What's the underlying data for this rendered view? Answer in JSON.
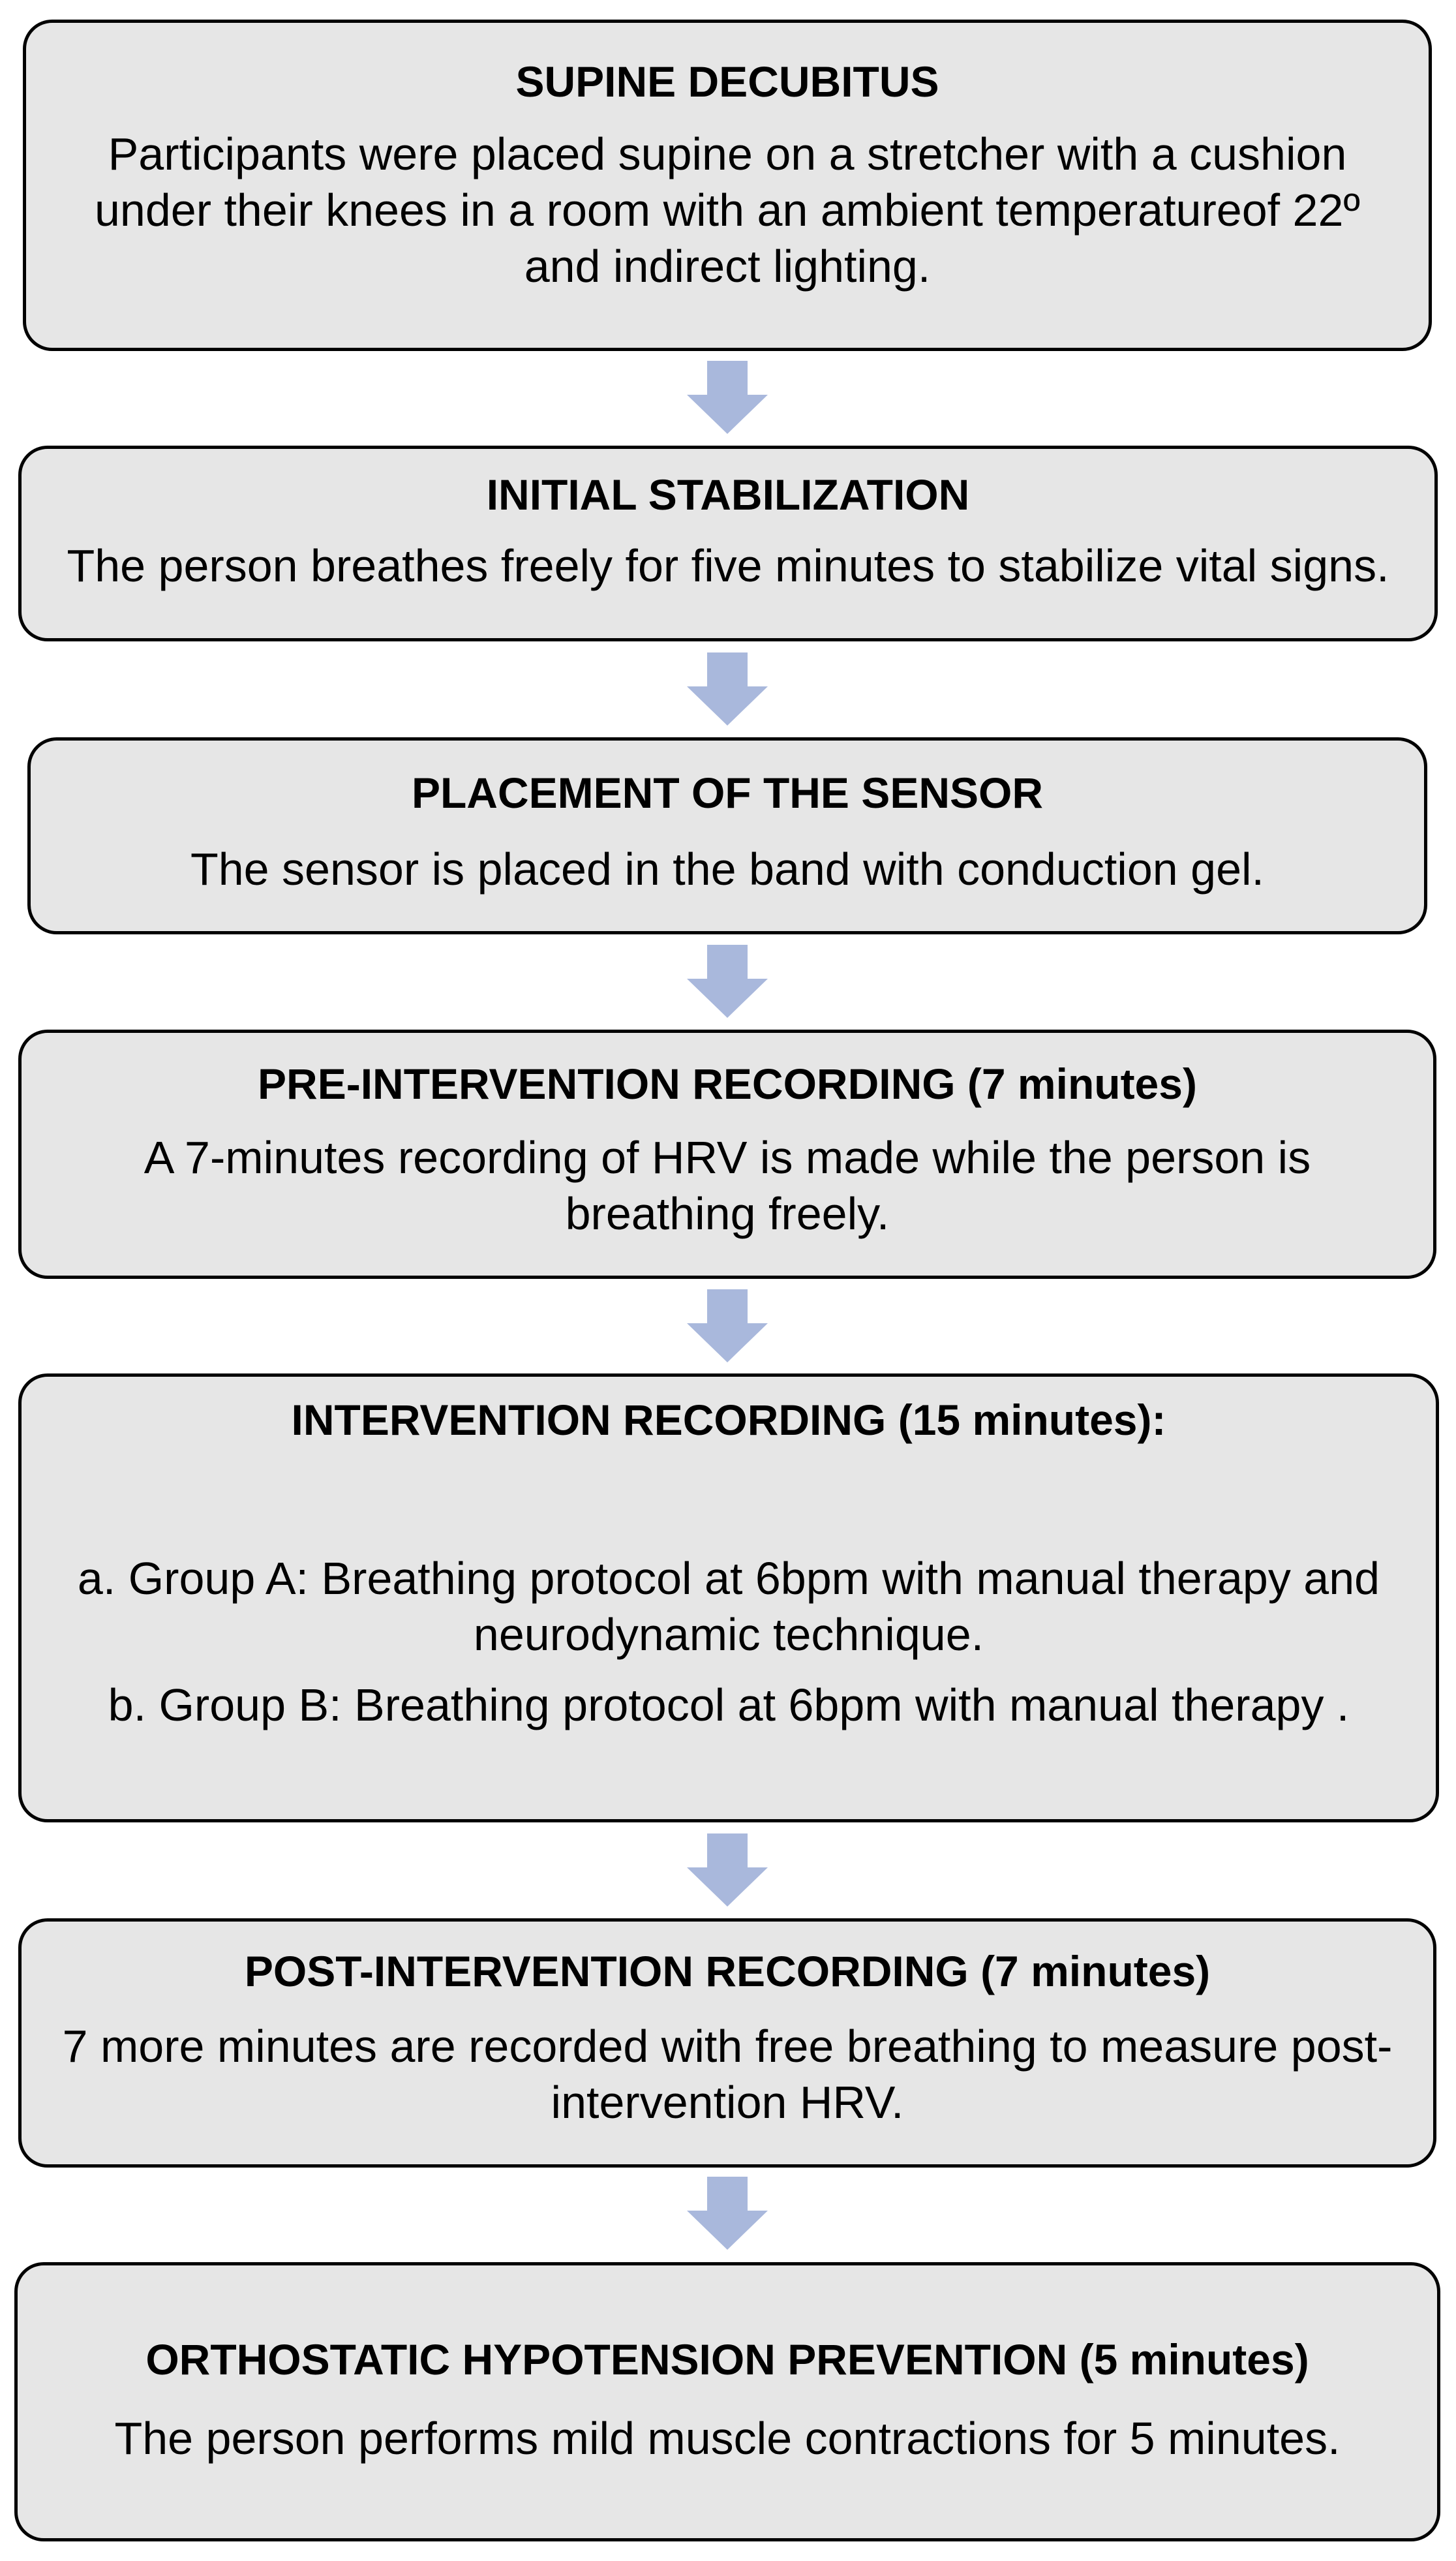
{
  "colors": {
    "box_fill": "#e6e6e6",
    "box_border": "#000000",
    "arrow_fill": "#a9b8dc"
  },
  "steps": [
    {
      "title": "SUPINE DECUBITUS",
      "text": "Participants were placed supine on a stretcher with a cushion under their knees in a room with an ambient temperatureof 22º and indirect lighting."
    },
    {
      "title": "INITIAL STABILIZATION",
      "text": "The person breathes freely for five minutes to stabilize vital signs."
    },
    {
      "title": "PLACEMENT OF THE SENSOR",
      "text": "The sensor is placed in the band with conduction gel."
    },
    {
      "title": "PRE-INTERVENTION RECORDING (7 minutes)",
      "text": "A 7-minutes recording of HRV is made while the person is breathing freely."
    },
    {
      "title": "INTERVENTION RECORDING (15 minutes):",
      "text_a": "a. Group A: Breathing protocol at 6bpm with manual therapy and neurodynamic technique.",
      "text_b": "b. Group B:  Breathing protocol at 6bpm with manual therapy ."
    },
    {
      "title": "POST-INTERVENTION RECORDING (7 minutes)",
      "text": "7 more minutes are recorded with free breathing to measure post-intervention HRV."
    },
    {
      "title": "ORTHOSTATIC HYPOTENSION PREVENTION (5 minutes)",
      "text": "The person performs mild muscle contractions for 5 minutes."
    }
  ]
}
